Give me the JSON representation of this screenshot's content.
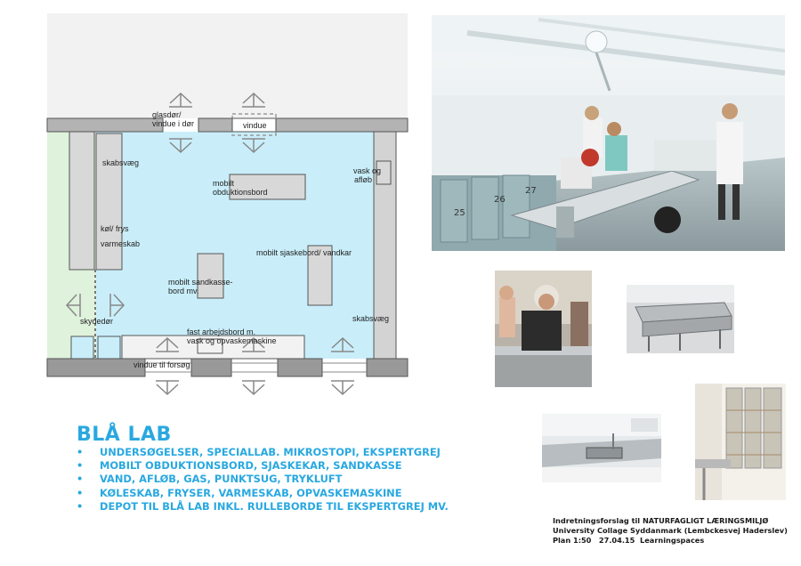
{
  "plan": {
    "labels": {
      "glasdor": "glasdør/",
      "vindue_i_dor": "vindue i dør",
      "vindue": "vindue",
      "skabsvaeg_left": "skabsvæg",
      "kol_frys": "køl/ frys",
      "varmeskab": "varmeskab",
      "mobilt_obduktionsbord": "mobilt\nobduktionsbord",
      "vask_og": "vask og",
      "aflob": "afløb",
      "mobilt_sjaskebord": "mobilt sjaskebord/ vandkar",
      "mobilt_sandkasse": "mobilt sandkasse-\nbord mv.",
      "skabsvaeg_right": "skabsvæg",
      "skydedor": "skydedør",
      "fast_arbejdsbord": "fast arbejdsbord m.",
      "vask_og_opvask": "vask og opvaskemaskine",
      "vindue_til_forsog": "vindue til forsøg"
    }
  },
  "title": "BLÅ LAB",
  "bullets": [
    "UNDERSØGELSER, SPECIALLAB. MIKROSTOPI, EKSPERTGREJ",
    "MOBILT OBDUKTIONSBORD, SJASKEKAR, SANDKASSE",
    "VAND, AFLØB, GAS, PUNKTSUG, TRYKLUFT",
    "KØLESKAB, FRYSER, VARMESKAB, OPVASKEMASKINE",
    "DEPOT TIL BLÅ LAB INKL. RULLEBORDE TIL EKSPERTGREJ MV."
  ],
  "bullet_symbol": "•",
  "footer": {
    "line1": "Indretningsforslag til NATURFAGLIGT LÆRINGSMILJØ",
    "line2": "University Collage Syddanmark (Lembckesvej Haderslev)",
    "line3": "Plan 1:50   27.04.15  Learningspaces"
  },
  "colors": {
    "accent": "#29a8e0",
    "room_fill": "#c9eefa",
    "corridor_fill": "#dff2dc",
    "wall": "#888888",
    "furniture": "#d8d8d8",
    "top_area": "#f3f2f2"
  }
}
